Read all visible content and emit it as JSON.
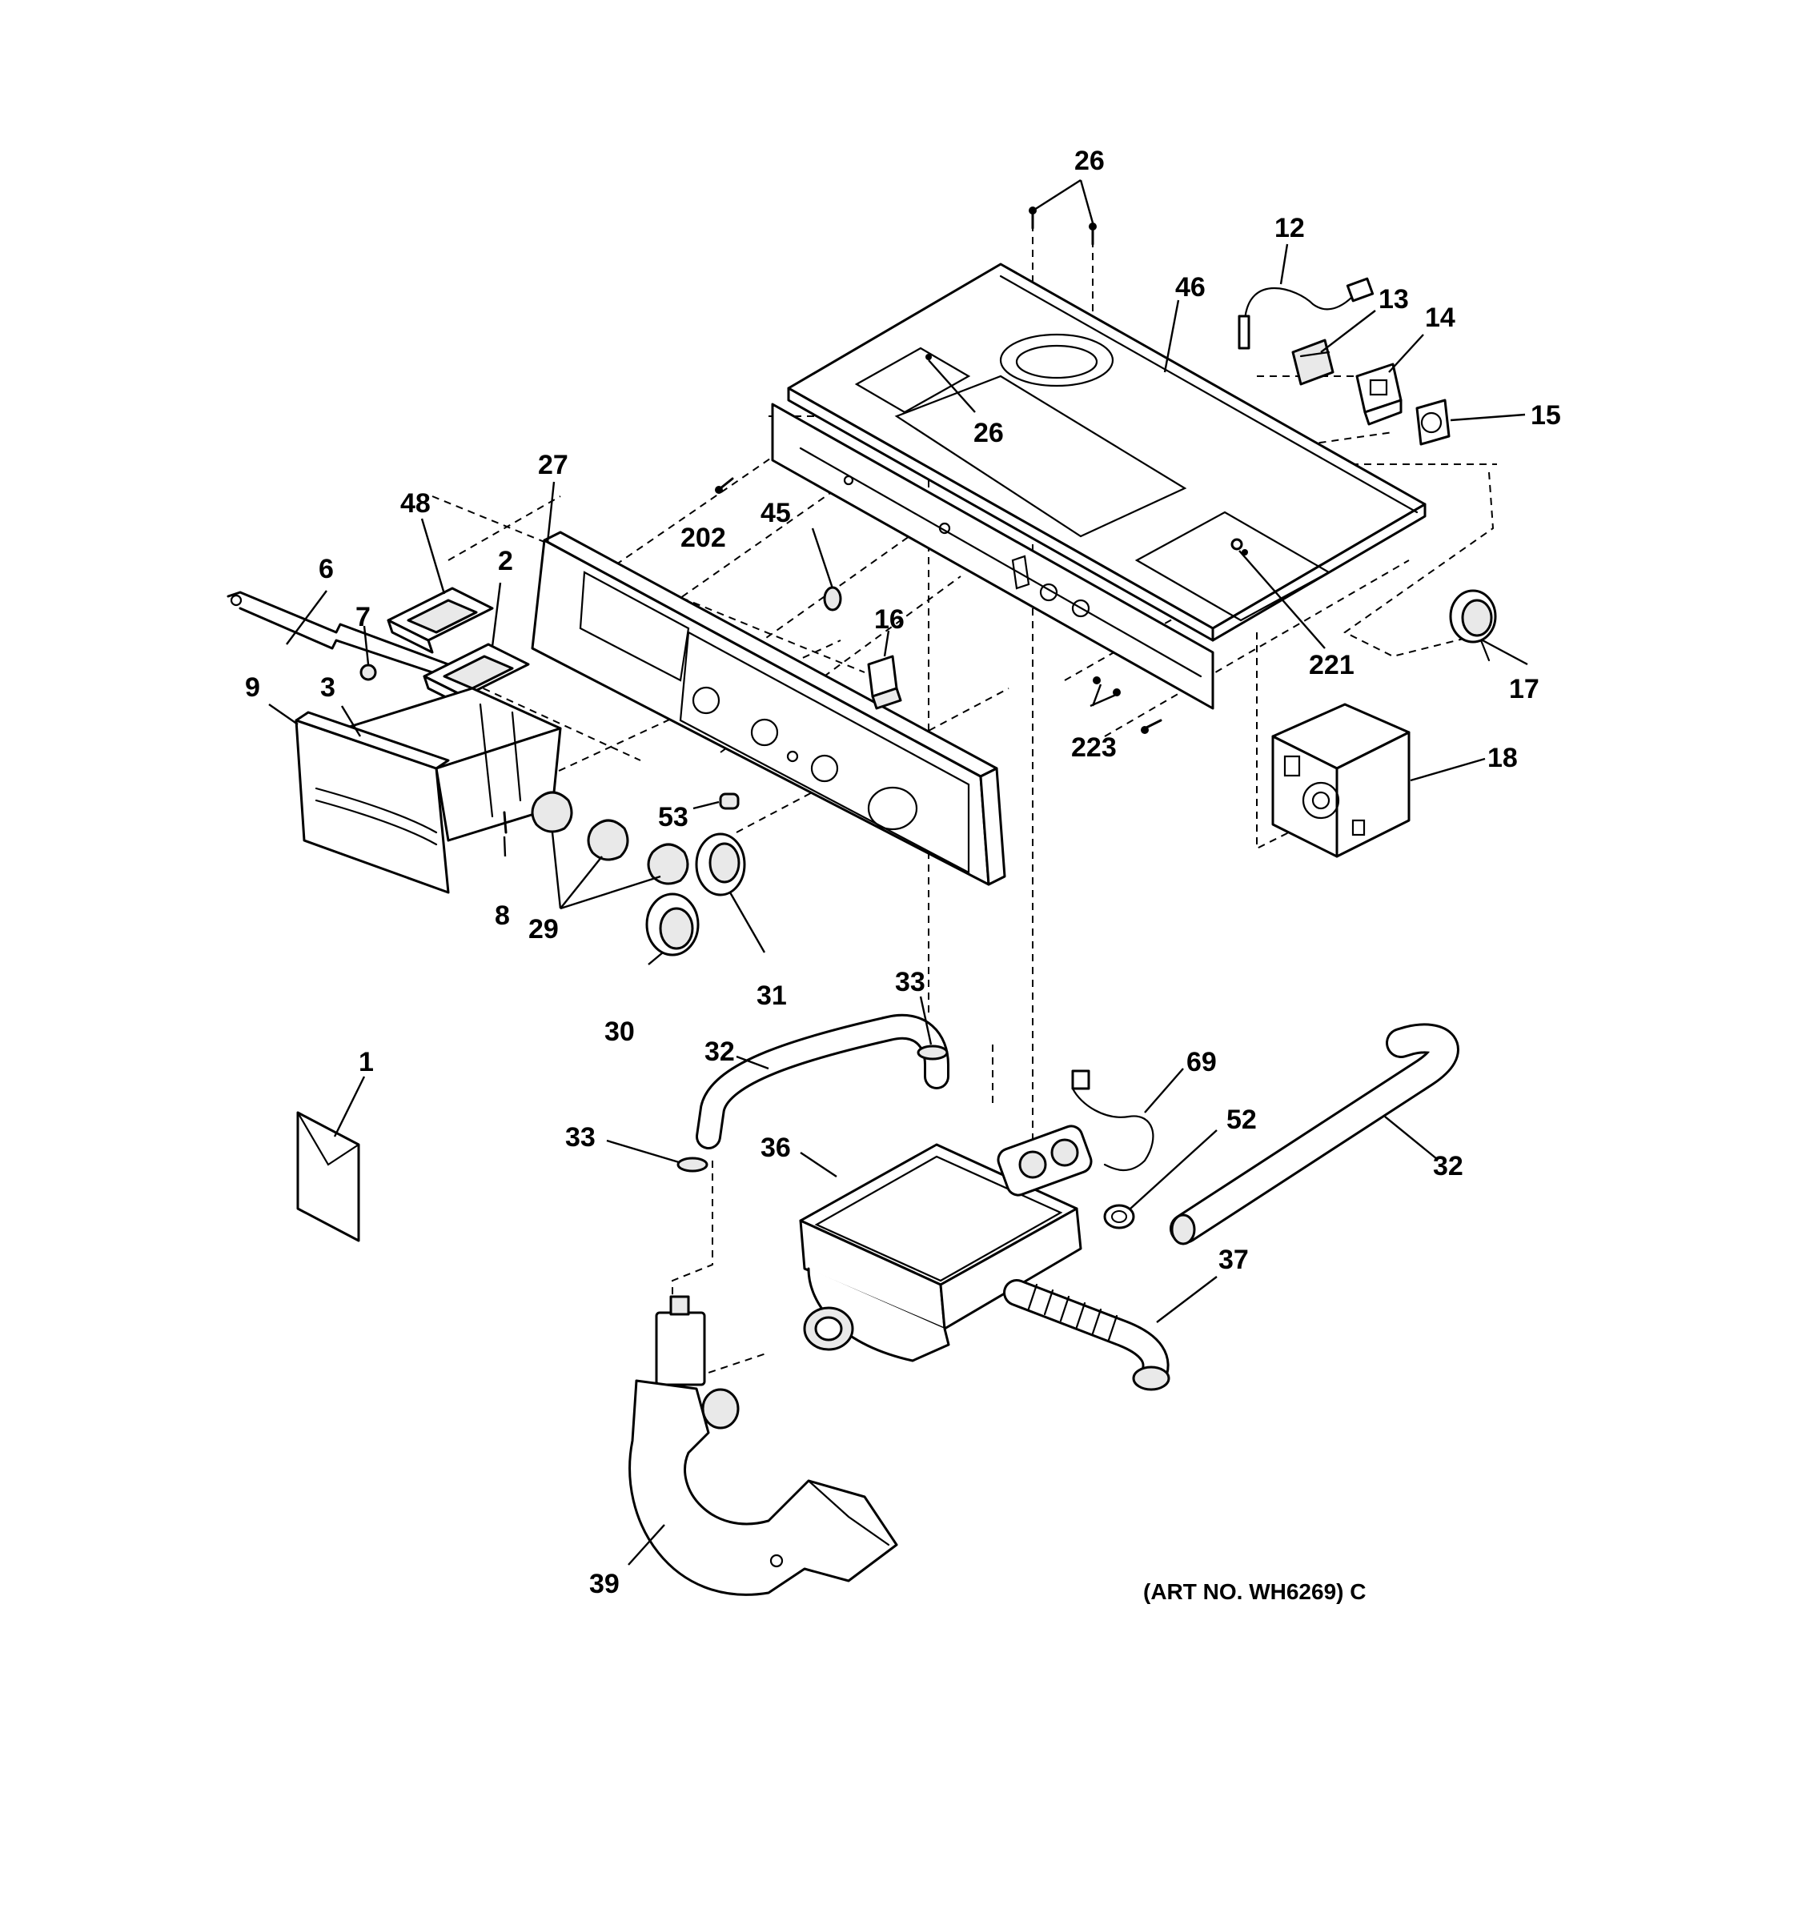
{
  "art_number": "(ART NO. WH6269) C",
  "callouts": [
    {
      "id": "c26a",
      "label": "26"
    },
    {
      "id": "c26b",
      "label": "26"
    },
    {
      "id": "c12",
      "label": "12"
    },
    {
      "id": "c46",
      "label": "46"
    },
    {
      "id": "c13",
      "label": "13"
    },
    {
      "id": "c14",
      "label": "14"
    },
    {
      "id": "c15",
      "label": "15"
    },
    {
      "id": "c27",
      "label": "27"
    },
    {
      "id": "c48",
      "label": "48"
    },
    {
      "id": "c202",
      "label": "202"
    },
    {
      "id": "c45",
      "label": "45"
    },
    {
      "id": "c6",
      "label": "6"
    },
    {
      "id": "c2",
      "label": "2"
    },
    {
      "id": "c7",
      "label": "7"
    },
    {
      "id": "c16",
      "label": "16"
    },
    {
      "id": "c221",
      "label": "221"
    },
    {
      "id": "c9",
      "label": "9"
    },
    {
      "id": "c3",
      "label": "3"
    },
    {
      "id": "c17",
      "label": "17"
    },
    {
      "id": "c223",
      "label": "223"
    },
    {
      "id": "c18",
      "label": "18"
    },
    {
      "id": "c53",
      "label": "53"
    },
    {
      "id": "c8",
      "label": "8"
    },
    {
      "id": "c29",
      "label": "29"
    },
    {
      "id": "c31",
      "label": "31"
    },
    {
      "id": "c33a",
      "label": "33"
    },
    {
      "id": "c30",
      "label": "30"
    },
    {
      "id": "c1",
      "label": "1"
    },
    {
      "id": "c32a",
      "label": "32"
    },
    {
      "id": "c69",
      "label": "69"
    },
    {
      "id": "c52",
      "label": "52"
    },
    {
      "id": "c33b",
      "label": "33"
    },
    {
      "id": "c36",
      "label": "36"
    },
    {
      "id": "c32b",
      "label": "32"
    },
    {
      "id": "c37",
      "label": "37"
    },
    {
      "id": "c39",
      "label": "39"
    }
  ]
}
